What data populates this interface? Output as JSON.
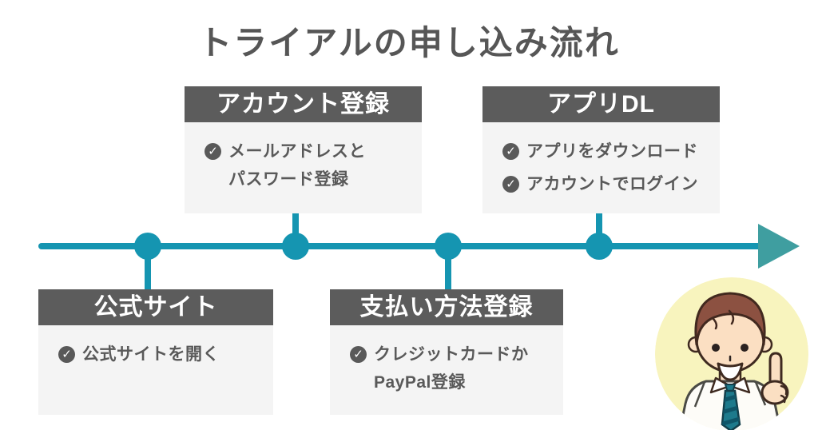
{
  "title": "トライアルの申し込み流れ",
  "icons": {
    "check_glyph": "✓"
  },
  "timeline": {
    "direction": "left-to-right",
    "step_count": 4
  },
  "steps": [
    {
      "label": "公式サイト",
      "position": "below-line",
      "items": [
        {
          "lines": [
            "公式サイトを開く"
          ]
        }
      ]
    },
    {
      "label": "アカウント登録",
      "position": "above-line",
      "items": [
        {
          "lines": [
            "メールアドレスと",
            "パスワード登録"
          ]
        }
      ]
    },
    {
      "label": "支払い方法登録",
      "position": "below-line",
      "items": [
        {
          "lines": [
            "クレジットカードか",
            "PayPal登録"
          ]
        }
      ]
    },
    {
      "label": "アプリDL",
      "position": "above-line",
      "items": [
        {
          "lines": [
            "アプリをダウンロード"
          ]
        },
        {
          "lines": [
            "アカウントでログイン"
          ]
        }
      ]
    }
  ],
  "avatar": {
    "description": "smiling man in white shirt and teal tie pointing index finger up, inside pale yellow circle"
  },
  "colors": {
    "timeline_teal": "#1595B1",
    "arrow_teal": "#3F9EA0",
    "header_gray": "#5C5C5C",
    "panel_gray": "#F4F4F4",
    "text_gray": "#595959",
    "avatar_bg_yellow": "#F8F4BE",
    "tie_teal": "#1D7A8C",
    "hair_brown": "#8C5141",
    "skin": "#FBDFC2"
  }
}
